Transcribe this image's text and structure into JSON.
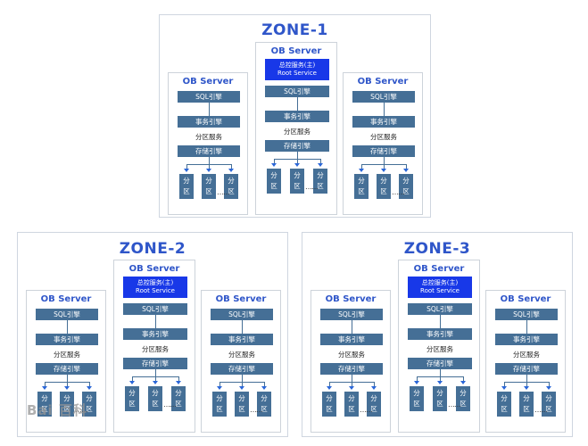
{
  "zones": [
    {
      "title": "ZONE-1",
      "servers": [
        {
          "title": "OB Server",
          "root": false
        },
        {
          "title": "OB Server",
          "root": true
        },
        {
          "title": "OB Server",
          "root": false
        }
      ]
    },
    {
      "title": "ZONE-2",
      "servers": [
        {
          "title": "OB Server",
          "root": false
        },
        {
          "title": "OB Server",
          "root": true
        },
        {
          "title": "OB Server",
          "root": false
        }
      ]
    },
    {
      "title": "ZONE-3",
      "servers": [
        {
          "title": "OB Server",
          "root": false
        },
        {
          "title": "OB Server",
          "root": true
        },
        {
          "title": "OB Server",
          "root": false
        }
      ]
    }
  ],
  "labels": {
    "root_service_cn": "总控服务(主)",
    "root_service_en": "Root Service",
    "sql_engine": "SQL引擎",
    "transaction_engine": "事务引擎",
    "partition_service": "分区服务",
    "storage_engine": "存储引擎",
    "partition_top": "分",
    "partition_bottom": "区",
    "dots": "……"
  },
  "watermark": "Bai 百科",
  "colors": {
    "zone_title": "#2f56c9",
    "box": "#456f96",
    "root": "#1838e8",
    "arrow": "#2a66d8"
  }
}
